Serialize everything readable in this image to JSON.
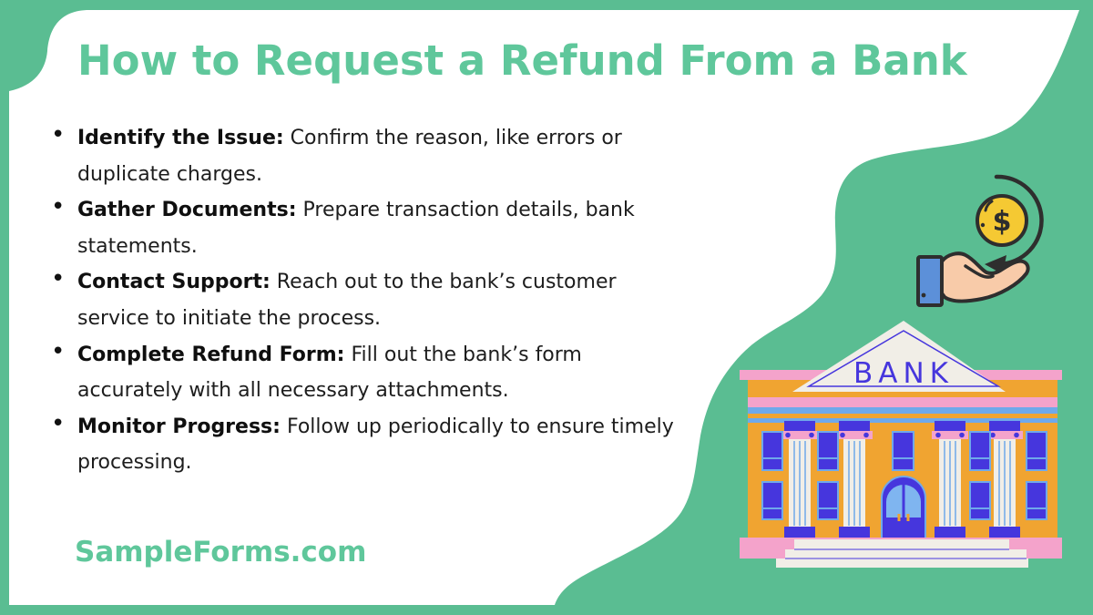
{
  "title": "How to Request a Refund From a Bank",
  "ui": {
    "bullet": "•"
  },
  "steps": [
    {
      "label": "Identify the Issue:",
      "text": "Confirm the reason, like errors or duplicate charges."
    },
    {
      "label": "Gather Documents:",
      "text": "Prepare transaction details, bank statements."
    },
    {
      "label": "Contact Support:",
      "text": "Reach out to the bank’s customer service to initiate the process."
    },
    {
      "label": "Complete Refund Form:",
      "text": "Fill out the bank’s form accurately with all necessary attachments."
    },
    {
      "label": "Monitor Progress:",
      "text": "Follow up periodically to ensure timely processing."
    }
  ],
  "footer": {
    "brand": "SampleForms.com"
  },
  "illustrations": {
    "bank_sign_label": "BANK",
    "coin_symbol": "$",
    "icons": [
      "refund-coin-in-hand-icon",
      "bank-building-icon"
    ],
    "colors": {
      "background_green": "#5ABD92",
      "panel_white": "#FFFFFF",
      "title_green": "#5FC79B",
      "text_black": "#1D1D1D",
      "bank_orange": "#F0A431",
      "bank_pink": "#F4A3CB",
      "bank_dark_blue": "#4636DD",
      "bank_light_blue": "#6FA9EA",
      "bank_cream": "#F1EEE7",
      "coin_yellow": "#F5C933",
      "hand_skin": "#F8CBA9",
      "sleeve_blue": "#5C90D9",
      "outline_dark": "#2E2E2E"
    }
  }
}
